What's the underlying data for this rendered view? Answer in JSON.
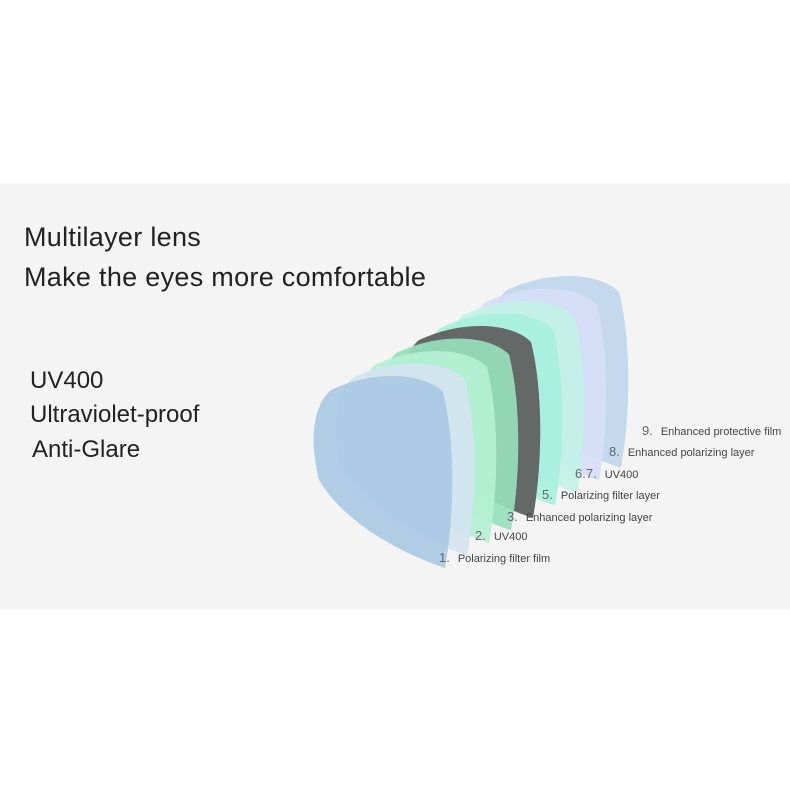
{
  "heading": {
    "title": "Multilayer lens",
    "subtitle": "Make the eyes more comfortable"
  },
  "features": [
    "UV400",
    "Ultraviolet-proof",
    "Anti-Glare"
  ],
  "layers": [
    {
      "num": "1.",
      "label": "Polarizing filter film"
    },
    {
      "num": "2.",
      "label": "UV400"
    },
    {
      "num": "3.",
      "label": "Enhanced polarizing layer"
    },
    {
      "num": "5.",
      "label": "Polarizing filter layer"
    },
    {
      "num": "6.7.",
      "label": "UV400"
    },
    {
      "num": "8.",
      "label": "Enhanced polarizing layer"
    },
    {
      "num": "9.",
      "label": "Enhanced protective film"
    }
  ],
  "lens_colors": [
    "#a9c9e3",
    "#d3e4f0",
    "#b4f0d2",
    "#97e0bd",
    "#646866",
    "#a6f0dc",
    "#c2f1e6",
    "#d6def7",
    "#bfd6ec"
  ]
}
